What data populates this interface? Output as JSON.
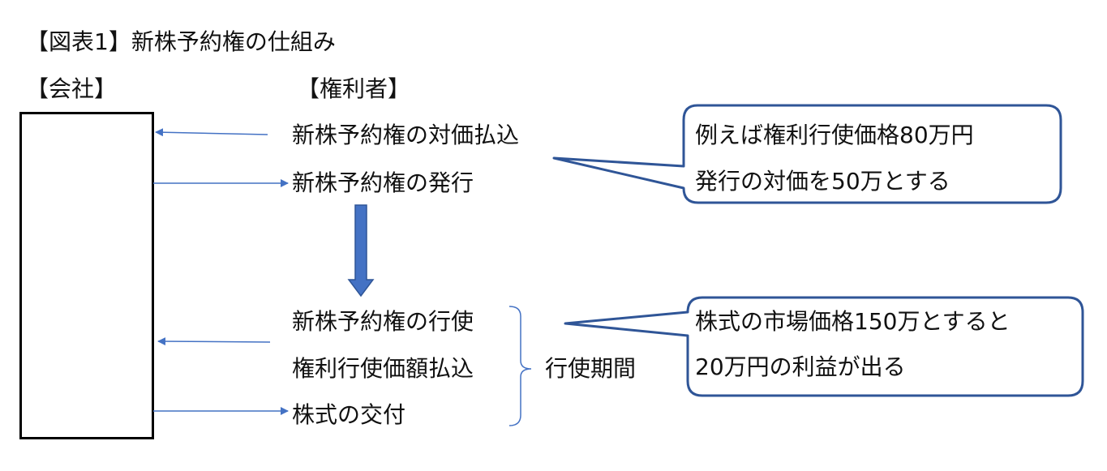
{
  "title": "【図表1】新株予約権の仕組み",
  "company_label": "【会社】",
  "holder_label": "【権利者】",
  "steps": [
    "新株予約権の対価払込",
    "新株予約権の発行",
    "新株予約権の行使",
    "権利行使価額払込",
    "株式の交付"
  ],
  "period_label": "行使期間",
  "callouts": [
    {
      "lines": [
        "例えば権利行使価格80万円",
        "発行の対価を50万とする"
      ]
    },
    {
      "lines": [
        "株式の市場価格150万とすると",
        "20万円の利益が出る"
      ]
    }
  ],
  "colors": {
    "arrow": "#4472C4",
    "callout_border": "#2F5597"
  }
}
